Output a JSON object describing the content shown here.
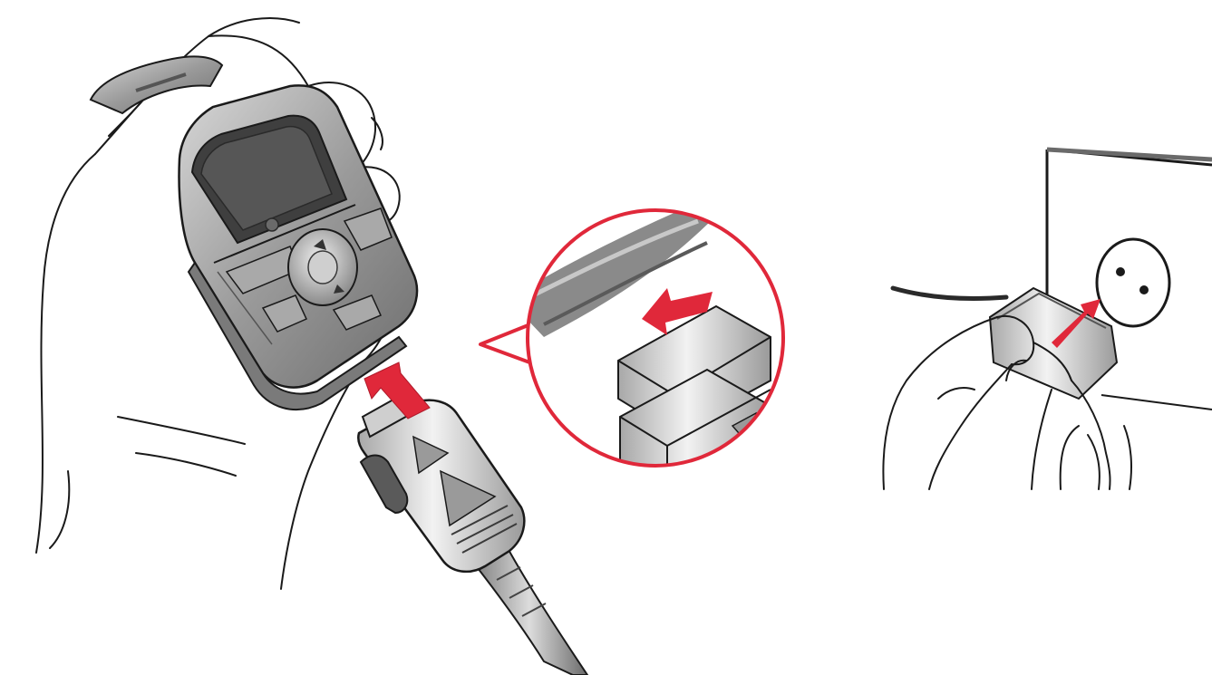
{
  "illustration": {
    "panels": [
      {
        "id": "phone-connection",
        "shows": "hand-held-phone-with-charger-connector"
      },
      {
        "id": "connector-magnified",
        "shows": "magnified-connector-insertion"
      },
      {
        "id": "wall-outlet",
        "shows": "hand-plugging-adapter-into-outlet"
      }
    ]
  },
  "colors": {
    "line": "#1a1a1a",
    "accent": "#e0283a",
    "phone_body": "#8c8c8c",
    "phone_shade": "#b8b8b8",
    "screen": "#5a5a5a",
    "connector": "#d0d0d0",
    "background": "#ffffff"
  }
}
